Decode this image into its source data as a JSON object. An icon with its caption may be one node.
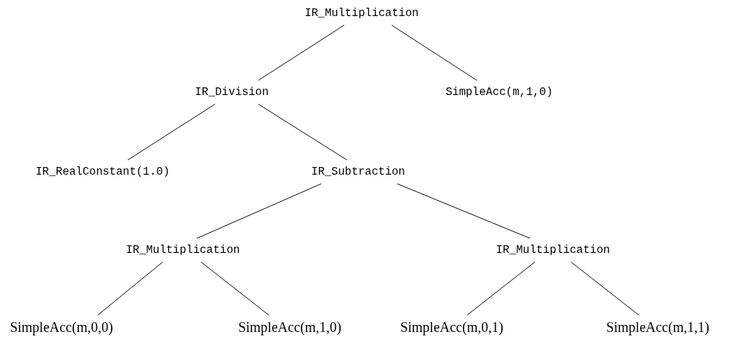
{
  "diagram": {
    "nodes": [
      {
        "text": [
          "IR_Multiplication"
        ]
      },
      {
        "text": [
          "IR_Division"
        ]
      },
      {
        "text": [
          "SimpleAcc(m,1,0)"
        ]
      },
      {
        "text": [
          "IR_RealConstant(1.0)"
        ]
      },
      {
        "text": [
          "IR_Subtraction"
        ]
      },
      {
        "text": [
          "IR_Multiplication"
        ]
      },
      {
        "text": [
          "IR_Multiplication"
        ]
      },
      {
        "text": [
          "SimpleAcc(m,0,0)"
        ]
      },
      {
        "text": [
          "SimpleAcc(m,1,0)"
        ]
      },
      {
        "text": [
          "SimpleAcc(m,0,1)"
        ]
      },
      {
        "text": [
          "SimpleAcc(m,1,1)"
        ]
      }
    ],
    "edges": [
      {
        "from": 0,
        "to": 1,
        "arrow": "none"
      },
      {
        "from": 0,
        "to": 2,
        "arrow": "none"
      },
      {
        "from": 1,
        "to": 3,
        "arrow": "none"
      },
      {
        "from": 1,
        "to": 4,
        "arrow": "none"
      },
      {
        "from": 4,
        "to": 5,
        "arrow": "none"
      },
      {
        "from": 4,
        "to": 6,
        "arrow": "none"
      },
      {
        "from": 5,
        "to": 7,
        "arrow": "none"
      },
      {
        "from": 5,
        "to": 8,
        "arrow": "none"
      },
      {
        "from": 6,
        "to": 9,
        "arrow": "none"
      },
      {
        "from": 6,
        "to": 10,
        "arrow": "none"
      }
    ]
  }
}
